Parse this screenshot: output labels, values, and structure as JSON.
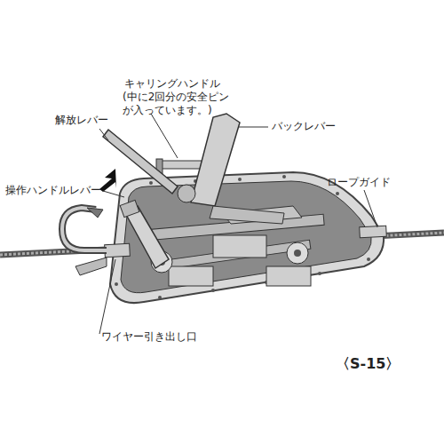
{
  "diagram": {
    "labels": [
      "キャリングハンドル",
      "(中に2回分の安全ピン が入っています。)",
      "解放レバー",
      "バックレバー",
      "操作ハンドルレバー",
      "ロープガイド",
      "ワイヤー引き出し口",
      "〈S-15〉"
    ]
  }
}
